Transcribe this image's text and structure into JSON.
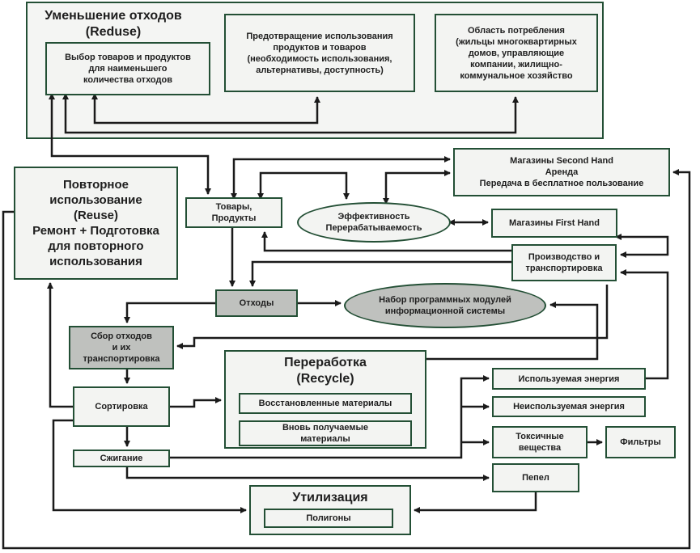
{
  "reduce_section": {
    "title": "Уменьшение отходов\n(Reduse)",
    "selection": "Выбор товаров и продуктов\nдля наименьшего\nколичества отходов",
    "prevention": "Предотвращение использования\nпродуктов и товаров\n(необходимость использования,\nальтернативы, доступность)",
    "consumption_area": "Область потребления\n(жильцы многоквартирных\nдомов, управляющие\nкомпании, жилищно-\nкоммунальное хозяйство"
  },
  "reuse": "Повторное\nиспользование\n(Reuse)\nРемонт + Подготовка\nдля повторного\nиспользования",
  "goods": "Товары,\nПродукты",
  "efficiency": "Эффективность\nПерерабатываемость",
  "second_hand": "Магазины Second Hand\nАренда\nПередача в бесплатное пользование",
  "first_hand": "Магазины First Hand",
  "production": "Производство и\nтранспортировка",
  "waste": "Отходы",
  "software_modules": "Набор программных модулей\nинформационной системы",
  "collection": "Сбор отходов\nи их\nтранспортировка",
  "sorting": "Сортировка",
  "recycle": {
    "title": "Переработка\n(Recycle)",
    "restored": "Восстановленные материалы",
    "new_materials": "Вновь получаемые\nматериалы"
  },
  "incineration": "Сжигание",
  "used_energy": "Используемая энергия",
  "unused_energy": "Неиспользуемая энергия",
  "toxic": "Токсичные\nвещества",
  "filters": "Фильтры",
  "ash": "Пепел",
  "disposal": {
    "title": "Утилизация",
    "landfills": "Полигоны"
  },
  "colors": {
    "border": "#234f35",
    "box_fill": "#f3f4f2",
    "gray_fill": "#bfc1be",
    "line": "#1a1a1a"
  }
}
